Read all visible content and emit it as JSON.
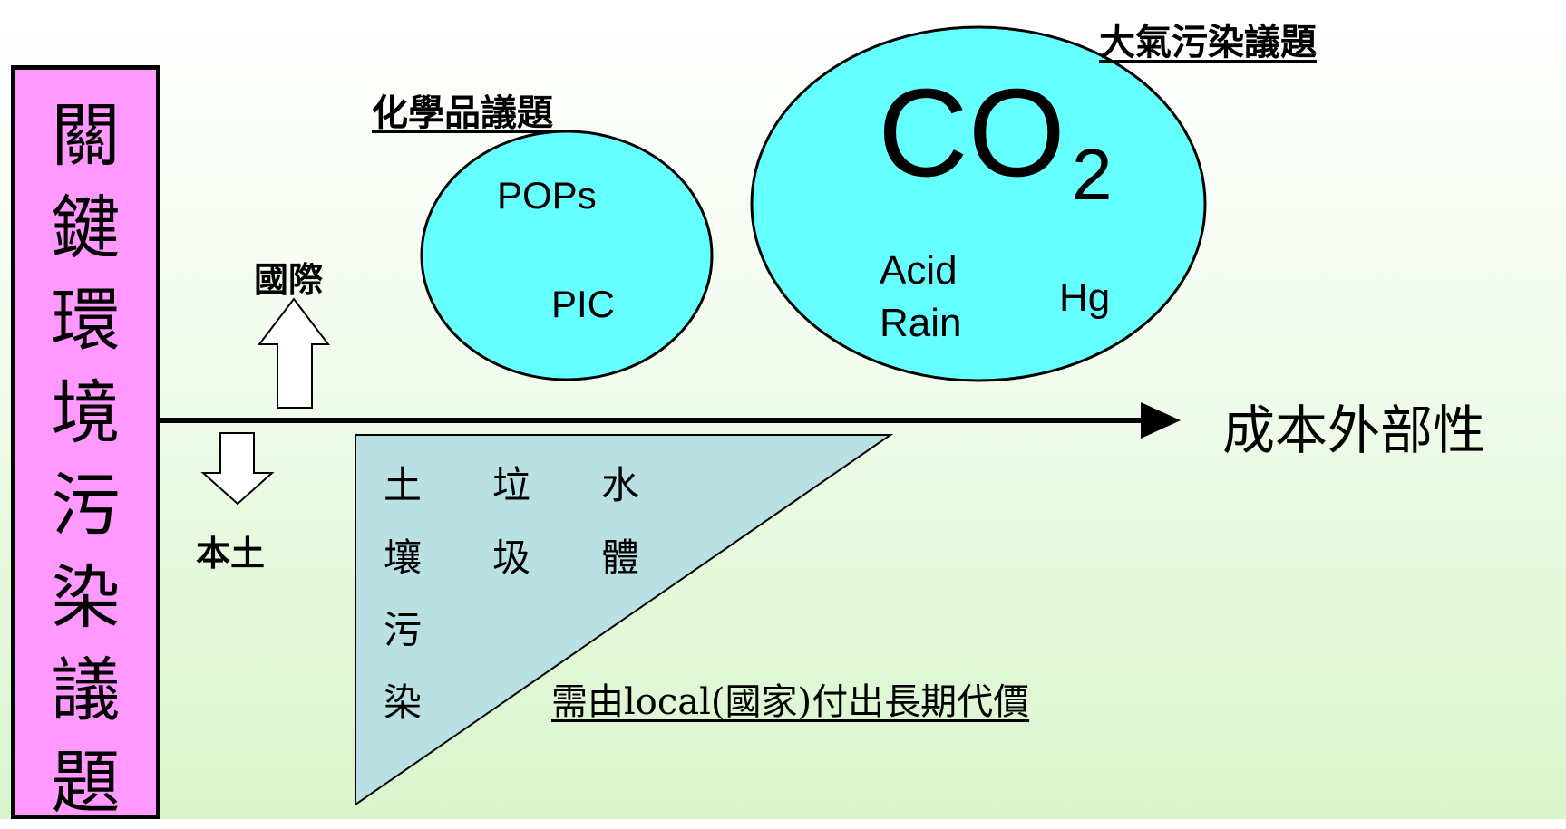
{
  "left_title": {
    "chars": [
      "關",
      "鍵",
      "環",
      "境",
      "污",
      "染",
      "議",
      "題"
    ]
  },
  "chemical": {
    "heading": "化學品議題",
    "items": [
      "POPs",
      "PIC"
    ]
  },
  "atmosphere": {
    "heading": "大氣污染議題",
    "co2_main": "CO",
    "co2_sub": "2",
    "acid_rain": [
      "Acid",
      "Rain"
    ],
    "hg": "Hg"
  },
  "axis": {
    "label": "成本外部性"
  },
  "arrows": {
    "up_label": "國際",
    "down_label": "本土"
  },
  "local_issues": {
    "columns": [
      [
        "土",
        "壤",
        "污",
        "染"
      ],
      [
        "垃",
        "圾"
      ],
      [
        "水",
        "體"
      ]
    ],
    "caption": "需由local(國家)付出長期代價"
  },
  "colors": {
    "title_box": "#ff99ff",
    "ellipse_fill": "#66ffff",
    "triangle_fill": "#b9e1e3"
  }
}
